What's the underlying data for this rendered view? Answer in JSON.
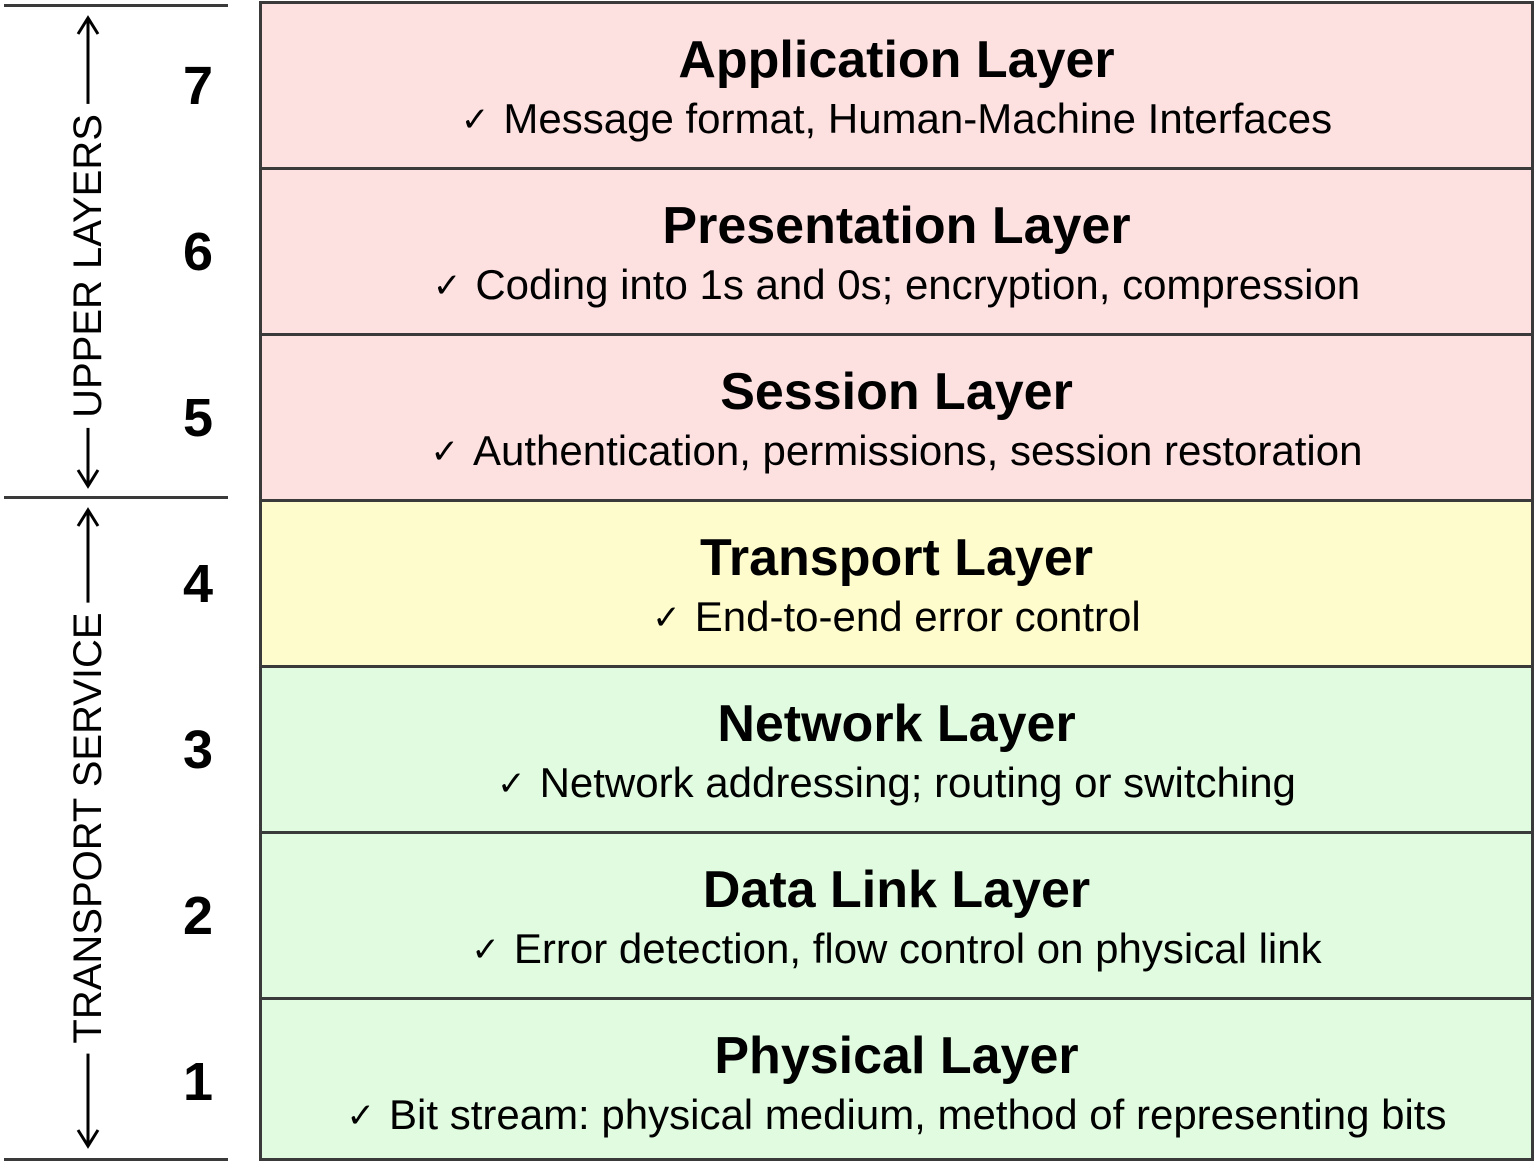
{
  "groups": [
    {
      "label": "UPPER LAYERS"
    },
    {
      "label": "TRANSPORT SERVICE"
    }
  ],
  "layers": [
    {
      "number": "7",
      "title": "Application Layer",
      "desc": "Message format, Human-Machine Interfaces",
      "color": "#fde0e0"
    },
    {
      "number": "6",
      "title": "Presentation Layer",
      "desc": "Coding into 1s and 0s; encryption, compression",
      "color": "#fde0e0"
    },
    {
      "number": "5",
      "title": "Session Layer",
      "desc": "Authentication, permissions, session restoration",
      "color": "#fde0e0"
    },
    {
      "number": "4",
      "title": "Transport Layer",
      "desc": "End-to-end error control",
      "color": "#fefccc"
    },
    {
      "number": "3",
      "title": "Network Layer",
      "desc": "Network addressing; routing or switching",
      "color": "#e0fbe0"
    },
    {
      "number": "2",
      "title": "Data Link Layer",
      "desc": "Error detection, flow control on physical link",
      "color": "#e0fbe0"
    },
    {
      "number": "1",
      "title": "Physical Layer",
      "desc": "Bit stream: physical medium, method of representing bits",
      "color": "#e0fbe0"
    }
  ],
  "icons": {
    "check": "check-icon",
    "arrow": "double-arrow-icon"
  }
}
